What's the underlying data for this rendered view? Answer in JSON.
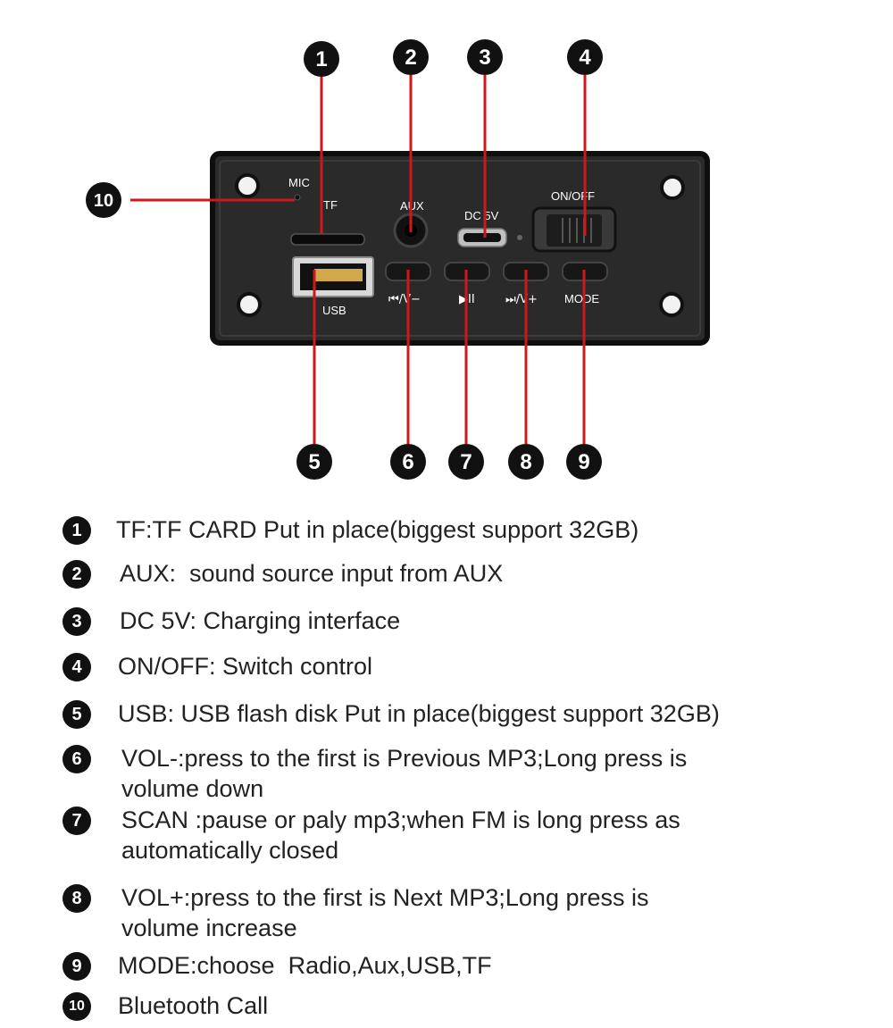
{
  "colors": {
    "panel": "#2a2a2a",
    "panel_edge": "#0e0e0e",
    "leader": "#d0161e",
    "badge": "#111111",
    "label": "#ffffff"
  },
  "callouts": [
    "1",
    "2",
    "3",
    "4",
    "5",
    "6",
    "7",
    "8",
    "9",
    "10"
  ],
  "panel": {
    "mic": "MIC",
    "tf": "TF",
    "aux": "AUX",
    "dc": "DC 5V",
    "onoff": "ON/OFF",
    "usb": "USB",
    "btn_prev": "⏮/V−",
    "btn_play": "▶II",
    "btn_next": "⏭/V+",
    "btn_mode": "MODE"
  },
  "legend": [
    {
      "num": "1",
      "text": "TF:TF CARD Put in place(biggest support 32GB)"
    },
    {
      "num": "2",
      "text": "AUX:  sound source input from AUX"
    },
    {
      "num": "3",
      "text": "DC 5V: Charging interface"
    },
    {
      "num": "4",
      "text": "ON/OFF: Switch control"
    },
    {
      "num": "5",
      "text": "USB: USB flash disk Put in place(biggest support 32GB)"
    },
    {
      "num": "6",
      "text": "VOL-:press to the first is Previous MP3;Long press is\nvolume down"
    },
    {
      "num": "7",
      "text": "SCAN :pause or paly mp3;when FM is long press as\nautomatically closed"
    },
    {
      "num": "8",
      "text": "VOL+:press to the first is Next MP3;Long press is\nvolume increase"
    },
    {
      "num": "9",
      "text": "MODE:choose  Radio,Aux,USB,TF"
    },
    {
      "num": "10",
      "text": "Bluetooth Call"
    }
  ]
}
